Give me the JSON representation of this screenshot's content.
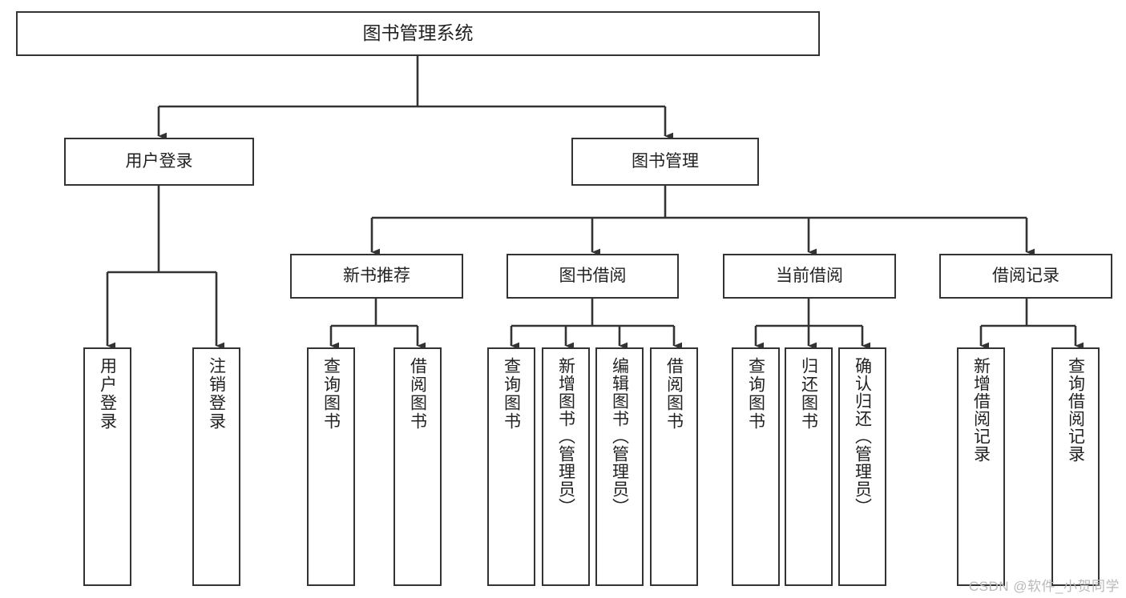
{
  "diagram": {
    "type": "tree-hierarchy",
    "title": "图书管理系统",
    "watermark": "CSDN @软件_小贺同学",
    "colors": {
      "background": "#ffffff",
      "node_border": "#333333",
      "node_fill": "#ffffff",
      "edge": "#333333",
      "text": "#222222",
      "watermark": "#b9b9b9"
    },
    "nodes": {
      "root": {
        "label": "图书管理系统"
      },
      "level1": [
        {
          "id": "user-login",
          "label": "用户登录"
        },
        {
          "id": "book-management",
          "label": "图书管理"
        }
      ],
      "level2": [
        {
          "id": "new-book-recommend",
          "label": "新书推荐",
          "parent": "book-management"
        },
        {
          "id": "book-borrow",
          "label": "图书借阅",
          "parent": "book-management"
        },
        {
          "id": "current-borrow",
          "label": "当前借阅",
          "parent": "book-management"
        },
        {
          "id": "borrow-record",
          "label": "借阅记录",
          "parent": "book-management"
        }
      ],
      "leaves": {
        "user-login": [
          {
            "id": "leaf-user-login",
            "label": "用户登录"
          },
          {
            "id": "leaf-user-logout",
            "label": "注销登录"
          }
        ],
        "new-book-recommend": [
          {
            "id": "leaf-query-book-1",
            "label": "查询图书"
          },
          {
            "id": "leaf-borrow-book-1",
            "label": "借阅图书"
          }
        ],
        "book-borrow": [
          {
            "id": "leaf-query-book-2",
            "label": "查询图书"
          },
          {
            "id": "leaf-add-book",
            "label": "新增图书（管理员）"
          },
          {
            "id": "leaf-edit-book",
            "label": "编辑图书（管理员）"
          },
          {
            "id": "leaf-borrow-book-2",
            "label": "借阅图书"
          }
        ],
        "current-borrow": [
          {
            "id": "leaf-query-book-3",
            "label": "查询图书"
          },
          {
            "id": "leaf-return-book",
            "label": "归还图书"
          },
          {
            "id": "leaf-confirm-return",
            "label": "确认归还（管理员）"
          }
        ],
        "borrow-record": [
          {
            "id": "leaf-add-record",
            "label": "新增借阅记录"
          },
          {
            "id": "leaf-query-record",
            "label": "查询借阅记录"
          }
        ]
      }
    }
  }
}
